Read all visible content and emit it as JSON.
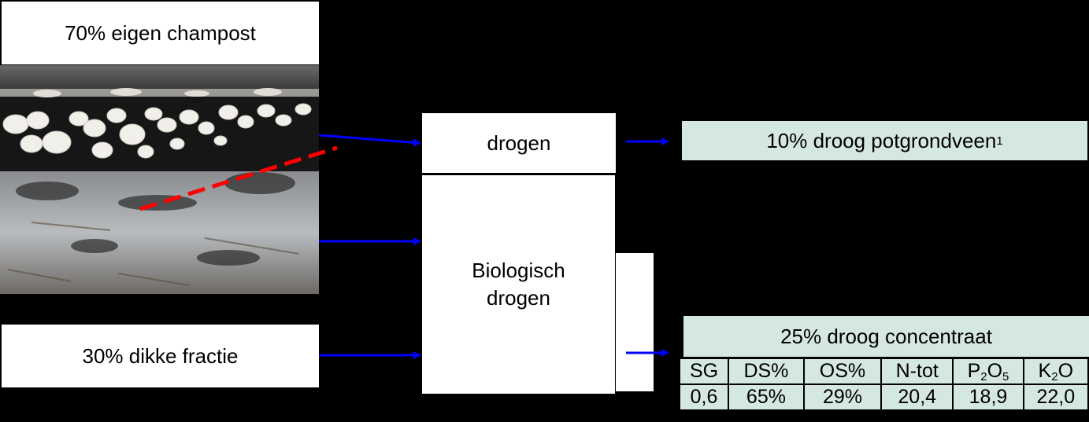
{
  "inputs": {
    "champost_label": "70% eigen champost",
    "dikke_fractie_label": "30% dikke fractie"
  },
  "process": {
    "drogen_label": "drogen",
    "bio_line1": "Biologisch",
    "bio_line2": "drogen"
  },
  "outputs": {
    "potgrond_label": "10% droog potgrondveen",
    "potgrond_footnote": "1",
    "concentraat_label": "25% droog concentraat"
  },
  "analysis_table": {
    "headers": [
      {
        "base": "SG",
        "sub1": "",
        "mid": "",
        "sub2": ""
      },
      {
        "base": "DS%",
        "sub1": "",
        "mid": "",
        "sub2": ""
      },
      {
        "base": "OS%",
        "sub1": "",
        "mid": "",
        "sub2": ""
      },
      {
        "base": "N-tot",
        "sub1": "",
        "mid": "",
        "sub2": ""
      },
      {
        "base": "P",
        "sub1": "2",
        "mid": "O",
        "sub2": "5"
      },
      {
        "base": "K",
        "sub1": "2",
        "mid": "O",
        "sub2": ""
      }
    ],
    "values": [
      "0,6",
      "65%",
      "29%",
      "20,4",
      "18,9",
      "22,0"
    ]
  },
  "colors": {
    "background": "#000000",
    "box_fill": "#ffffff",
    "output_fill": "#d5e8df",
    "arrow": "#0000ff",
    "dashed_line": "#ff0000"
  }
}
